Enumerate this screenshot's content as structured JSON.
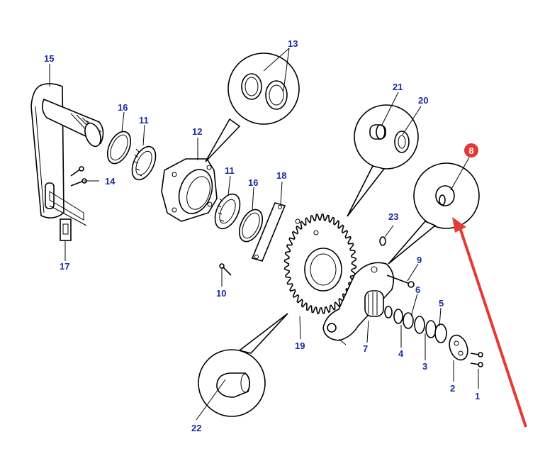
{
  "callouts": {
    "p1": "1",
    "p2": "2",
    "p3": "3",
    "p4": "4",
    "p5": "5",
    "p6": "6",
    "p7": "7",
    "p8": "8",
    "p9": "9",
    "p10": "10",
    "p11a": "11",
    "p11b": "11",
    "p12": "12",
    "p13": "13",
    "p14": "14",
    "p15": "15",
    "p16a": "16",
    "p16b": "16",
    "p17": "17",
    "p18": "18",
    "p19": "19",
    "p20": "20",
    "p21": "21",
    "p22": "22",
    "p23": "23"
  },
  "colors": {
    "label": "#1b2aa8",
    "highlight_badge": "#e53935",
    "arrow": "#e53935",
    "line": "#000000"
  },
  "highlighted_part": "8"
}
